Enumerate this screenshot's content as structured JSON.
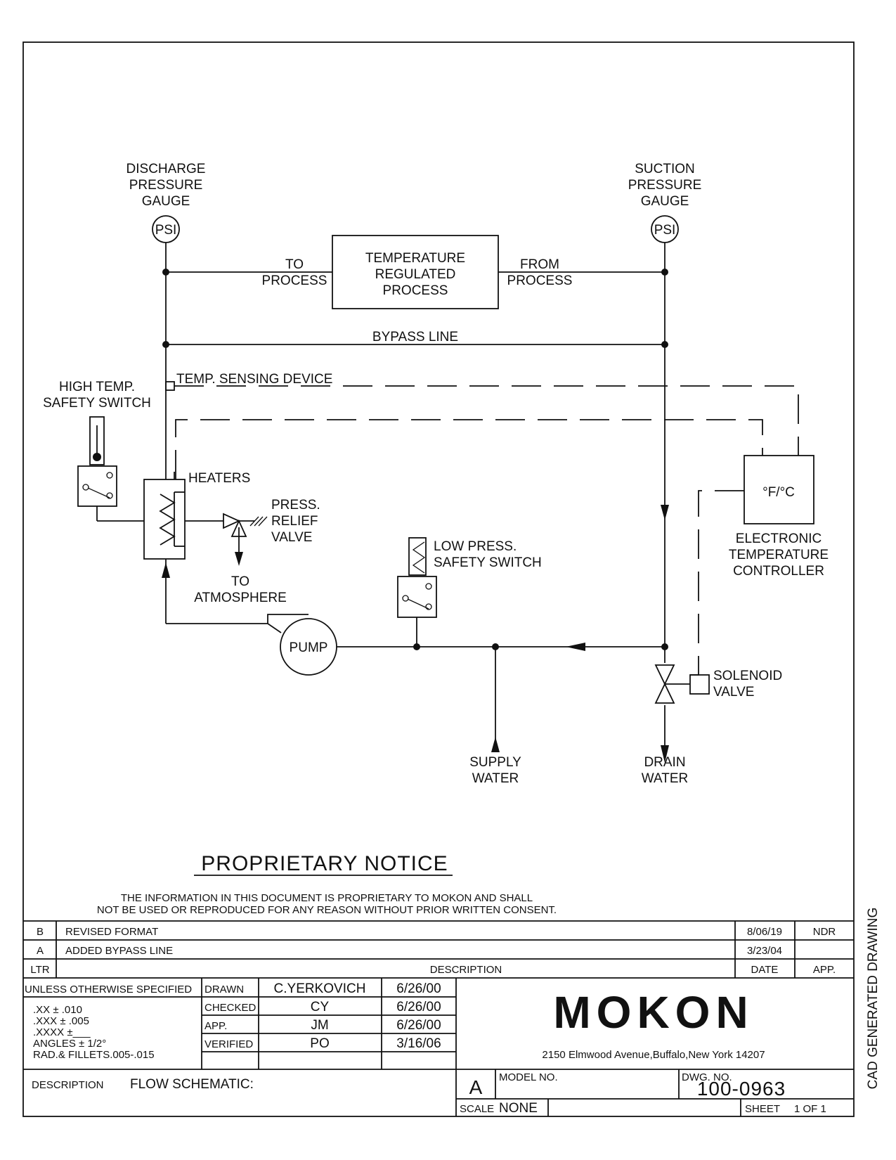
{
  "gauges": {
    "discharge": [
      "DISCHARGE",
      "PRESSURE",
      "GAUGE"
    ],
    "suction": [
      "SUCTION",
      "PRESSURE",
      "GAUGE"
    ],
    "symbol": "PSI"
  },
  "process_box": [
    "TEMPERATURE",
    "REGULATED",
    "PROCESS"
  ],
  "to_process": [
    "TO",
    "PROCESS"
  ],
  "from_process": [
    "FROM",
    "PROCESS"
  ],
  "bypass_line": "BYPASS LINE",
  "temp_sensing": "TEMP. SENSING DEVICE",
  "high_temp_switch": [
    "HIGH TEMP.",
    "SAFETY SWITCH"
  ],
  "heaters": "HEATERS",
  "relief_valve": [
    "PRESS.",
    "RELIEF",
    "VALVE"
  ],
  "to_atmosphere": [
    "TO",
    "ATMOSPHERE"
  ],
  "low_press_switch": [
    "LOW PRESS.",
    "SAFETY SWITCH"
  ],
  "pump": "PUMP",
  "controller_display": "°F/°C",
  "controller": [
    "ELECTRONIC",
    "TEMPERATURE",
    "CONTROLLER"
  ],
  "solenoid": [
    "SOLENOID",
    "VALVE"
  ],
  "supply_water": [
    "SUPPLY",
    "WATER"
  ],
  "drain_water": [
    "DRAIN",
    "WATER"
  ],
  "notice": {
    "title": "PROPRIETARY NOTICE",
    "lines": [
      "THE INFORMATION IN THIS DOCUMENT IS PROPRIETARY TO MOKON AND SHALL",
      "NOT BE USED OR REPRODUCED FOR ANY REASON WITHOUT PRIOR WRITTEN CONSENT."
    ]
  },
  "revisions": {
    "rows": [
      {
        "ltr": "B",
        "description": "REVISED FORMAT",
        "date": "8/06/19",
        "app": "NDR"
      },
      {
        "ltr": "A",
        "description": "ADDED BYPASS LINE",
        "date": "3/23/04",
        "app": ""
      }
    ],
    "headers": {
      "ltr": "LTR",
      "description": "DESCRIPTION",
      "date": "DATE",
      "app": "APP."
    }
  },
  "tolerances": {
    "header": "UNLESS OTHERWISE SPECIFIED",
    "lines": [
      ".XX ± .010",
      ".XXX ± .005",
      ".XXXX ±___",
      "ANGLES ± 1/2°",
      "RAD.& FILLETS.005-.015"
    ]
  },
  "signoffs": [
    {
      "role": "DRAWN",
      "name": "C.YERKOVICH",
      "date": "6/26/00"
    },
    {
      "role": "CHECKED",
      "name": "CY",
      "date": "6/26/00"
    },
    {
      "role": "APP.",
      "name": "JM",
      "date": "6/26/00"
    },
    {
      "role": "VERIFIED",
      "name": "PO",
      "date": "3/16/06"
    }
  ],
  "company": {
    "logo": "MOKON",
    "address": "2150 Elmwood Avenue,Buffalo,New York 14207"
  },
  "description_label": "DESCRIPTION",
  "description_value": "FLOW SCHEMATIC:",
  "size": "A",
  "model_label": "MODEL NO.",
  "dwg_label": "DWG. NO.",
  "dwg_no": "100-0963",
  "scale_label": "SCALE",
  "scale_value": "NONE",
  "sheet_label": "SHEET",
  "sheet_value": "1 OF 1",
  "side_note": "CAD GENERATED DRAWING"
}
